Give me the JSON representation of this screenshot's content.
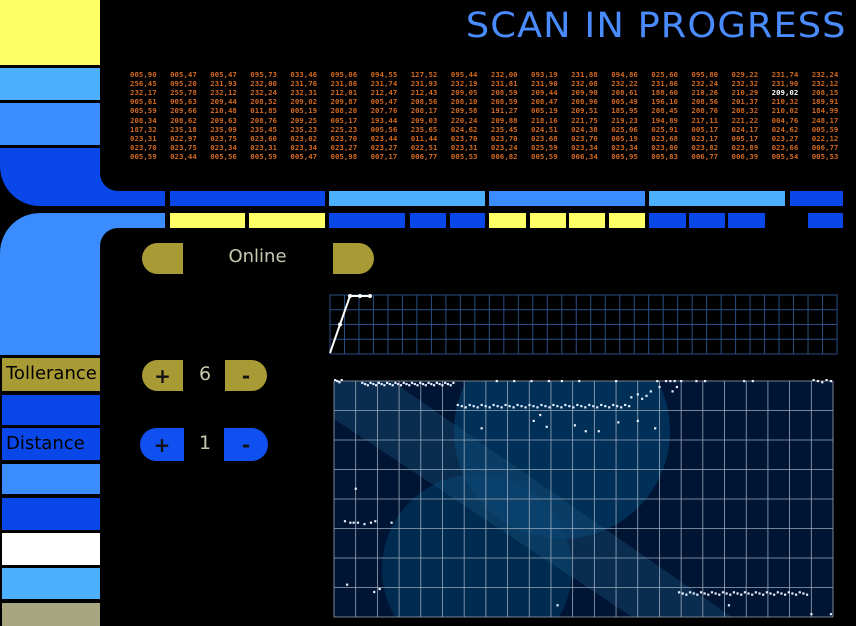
{
  "header": {
    "title": "SCAN IN PROGRESS"
  },
  "readout": {
    "highlight": {
      "row": 2,
      "col": 16
    },
    "rows": [
      [
        "005,90",
        "005,47",
        "005,47",
        "095,73",
        "033,46",
        "095,06",
        "094,55",
        "127,52",
        "095,44",
        "232,00",
        "093,19",
        "231,88",
        "094,86",
        "025,60",
        "095,80",
        "029,22",
        "231,74",
        "232,24"
      ],
      [
        "256,45",
        "095,20",
        "231,93",
        "232,00",
        "231,76",
        "231,86",
        "231,74",
        "231,93",
        "232,19",
        "231,81",
        "231,90",
        "232,08",
        "232,22",
        "231,86",
        "232,24",
        "232,32",
        "231,90",
        "232,12"
      ],
      [
        "232,17",
        "255,78",
        "232,12",
        "232,24",
        "232,31",
        "212,01",
        "212,47",
        "212,43",
        "209,05",
        "208,59",
        "209,44",
        "209,90",
        "208,61",
        "188,60",
        "210,26",
        "210,29",
        "209,02",
        "208,15"
      ],
      [
        "005,61",
        "005,63",
        "209,44",
        "208,52",
        "209,02",
        "209,87",
        "005,47",
        "208,56",
        "208,10",
        "208,59",
        "208,47",
        "208,96",
        "005,49",
        "196,10",
        "208,56",
        "201,37",
        "210,32",
        "189,91"
      ],
      [
        "005,59",
        "209,66",
        "210,48",
        "011,85",
        "005,19",
        "208,20",
        "207,76",
        "208,17",
        "209,58",
        "191,27",
        "005,19",
        "209,51",
        "185,95",
        "208,45",
        "208,76",
        "208,32",
        "210,02",
        "184,99"
      ],
      [
        "208,34",
        "208,62",
        "209,63",
        "208,76",
        "209,25",
        "005,17",
        "193,44",
        "209,03",
        "220,24",
        "209,88",
        "218,16",
        "221,75",
        "219,23",
        "194,89",
        "217,11",
        "221,22",
        "004,76",
        "248,17"
      ],
      [
        "187,32",
        "235,18",
        "235,09",
        "235,45",
        "235,23",
        "225,23",
        "005,56",
        "235,65",
        "024,62",
        "235,45",
        "024,51",
        "024,38",
        "025,06",
        "025,91",
        "005,17",
        "024,17",
        "024,62",
        "005,59"
      ],
      [
        "023,31",
        "022,97",
        "023,75",
        "023,60",
        "023,02",
        "023,70",
        "023,44",
        "011,44",
        "023,70",
        "023,70",
        "023,68",
        "023,70",
        "005,19",
        "023,68",
        "023,17",
        "005,17",
        "023,27",
        "022,12"
      ],
      [
        "023,70",
        "023,75",
        "023,34",
        "023,31",
        "023,34",
        "023,27",
        "023,27",
        "022,51",
        "023,31",
        "023,24",
        "025,59",
        "023,34",
        "023,34",
        "023,80",
        "023,82",
        "023,89",
        "023,66",
        "006,77"
      ],
      [
        "005,59",
        "023,44",
        "005,56",
        "005,59",
        "005,47",
        "005,98",
        "007,17",
        "006,77",
        "005,53",
        "006,82",
        "005,59",
        "006,34",
        "005,95",
        "005,83",
        "006,77",
        "006,39",
        "005,54",
        "005,53"
      ]
    ]
  },
  "status": {
    "label": "Online"
  },
  "controls": {
    "tolerance": {
      "label": "Tollerance",
      "value": "6",
      "plus": "+",
      "minus": "-"
    },
    "distance": {
      "label": "Distance",
      "value": "1",
      "plus": "+",
      "minus": "-"
    }
  },
  "colors": {
    "yellow": "#ffff66",
    "gold": "#a89a35",
    "dark_blue": "#0a47e8",
    "mid_blue": "#3a8cff",
    "light_blue": "#4db0ff",
    "khaki": "#a8a680",
    "orange": "#d2691e"
  },
  "chart_data": [
    {
      "type": "line",
      "title": "",
      "x": [
        0,
        1,
        2,
        3,
        4
      ],
      "y": [
        0,
        2,
        4,
        4,
        4
      ],
      "xlim": [
        0,
        175
      ],
      "ylim": [
        0,
        4
      ],
      "grid": true
    },
    {
      "type": "scatter",
      "title": "",
      "xlim": [
        0,
        23
      ],
      "ylim": [
        0,
        8
      ],
      "grid": true,
      "runs": [
        {
          "x0": 0.05,
          "x1": 0.35,
          "y": 0.0,
          "n": 4
        },
        {
          "x0": 1.3,
          "x1": 5.5,
          "y": 0.1,
          "n": 34
        },
        {
          "x0": 5.7,
          "x1": 13.6,
          "y": 0.85,
          "n": 44
        },
        {
          "x0": 15.9,
          "x1": 21.8,
          "y": 7.2,
          "n": 36
        },
        {
          "x0": 22.1,
          "x1": 22.9,
          "y": 0.0,
          "n": 5
        }
      ],
      "points": [
        [
          7.5,
          0
        ],
        [
          8.3,
          0
        ],
        [
          9.1,
          0
        ],
        [
          9.9,
          0
        ],
        [
          10.5,
          0
        ],
        [
          11.3,
          0
        ],
        [
          13.0,
          0
        ],
        [
          14.9,
          0
        ],
        [
          15.3,
          0
        ],
        [
          15.5,
          0
        ],
        [
          15.7,
          0
        ],
        [
          16.0,
          0
        ],
        [
          16.7,
          0
        ],
        [
          17.1,
          0
        ],
        [
          18.9,
          0
        ],
        [
          19.3,
          0
        ],
        [
          6.8,
          1.6
        ],
        [
          9.2,
          1.35
        ],
        [
          9.5,
          1.15
        ],
        [
          9.8,
          1.55
        ],
        [
          11.1,
          1.5
        ],
        [
          11.6,
          1.7
        ],
        [
          12.2,
          1.7
        ],
        [
          13.1,
          1.4
        ],
        [
          14.0,
          1.35
        ],
        [
          14.4,
          0.5
        ],
        [
          14.6,
          0.35
        ],
        [
          13.7,
          0.55
        ],
        [
          14.2,
          0.6
        ],
        [
          14.0,
          0.45
        ],
        [
          14.8,
          1.6
        ],
        [
          15.0,
          0.2
        ],
        [
          15.6,
          0.35
        ],
        [
          15.8,
          0.2
        ],
        [
          1.0,
          3.65
        ],
        [
          0.5,
          4.75
        ],
        [
          0.75,
          4.8
        ],
        [
          0.9,
          4.8
        ],
        [
          1.1,
          4.8
        ],
        [
          1.4,
          4.85
        ],
        [
          1.7,
          4.8
        ],
        [
          1.9,
          4.75
        ],
        [
          2.65,
          4.8
        ],
        [
          0.6,
          6.9
        ],
        [
          1.85,
          7.15
        ],
        [
          2.1,
          7.05
        ],
        [
          10.3,
          7.6
        ],
        [
          18.2,
          7.6
        ],
        [
          22.0,
          7.9
        ],
        [
          22.9,
          7.9
        ]
      ]
    }
  ]
}
